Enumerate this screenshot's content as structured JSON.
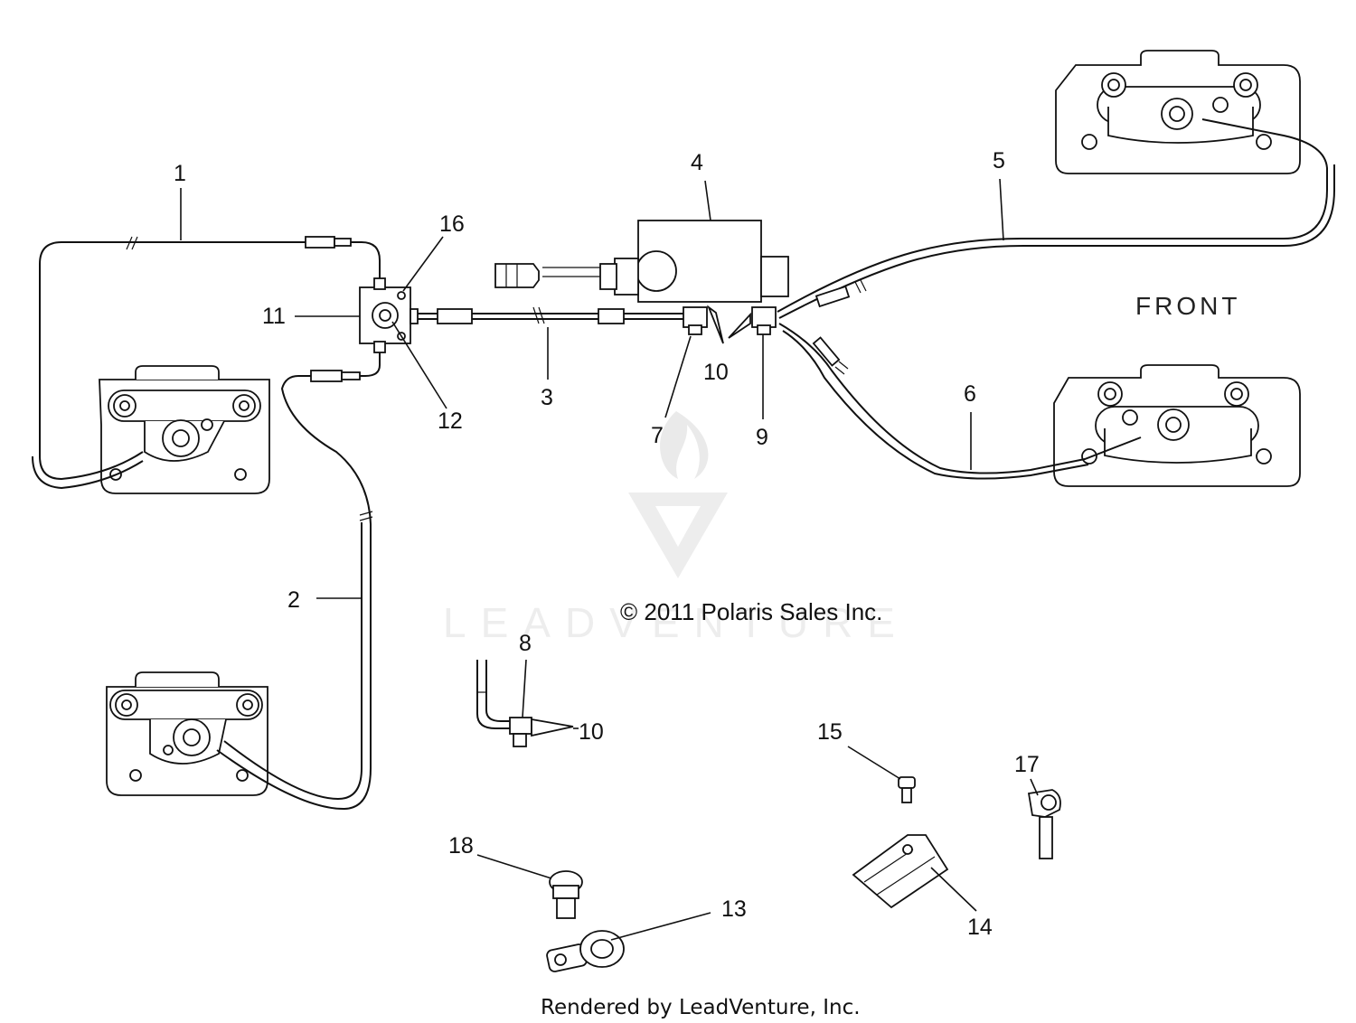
{
  "callouts": {
    "c1": "1",
    "c2": "2",
    "c3": "3",
    "c4": "4",
    "c5": "5",
    "c6": "6",
    "c7": "7",
    "c8": "8",
    "c9": "9",
    "c10a": "10",
    "c10b": "10",
    "c11": "11",
    "c12": "12",
    "c13": "13",
    "c14": "14",
    "c15": "15",
    "c16": "16",
    "c17": "17",
    "c18": "18"
  },
  "orientation_label": "FRONT",
  "copyright": "© 2011 Polaris Sales Inc.",
  "watermark": "LEADVENTURE",
  "footer": "Rendered by LeadVenture, Inc."
}
